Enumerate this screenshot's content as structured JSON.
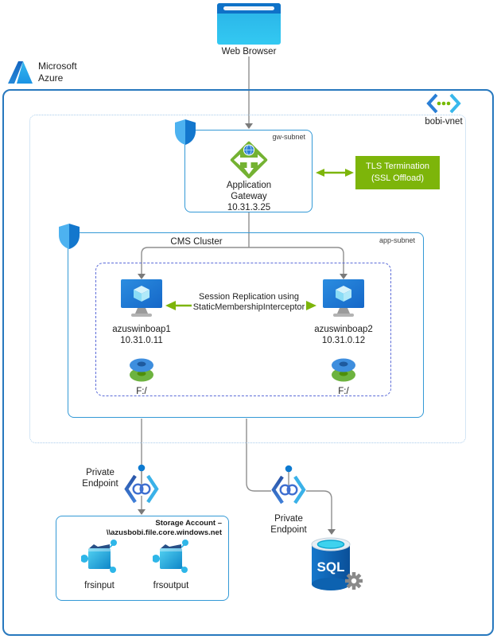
{
  "azure": {
    "line1": "Microsoft",
    "line2": "Azure"
  },
  "web_browser": {
    "label": "Web Browser"
  },
  "vnet": {
    "label": "bobi-vnet"
  },
  "gw_subnet": {
    "tag": "gw-subnet",
    "gateway_name": "Application Gateway",
    "gateway_ip": "10.31.3.25"
  },
  "tls": {
    "line1": "TLS Termination",
    "line2": "(SSL Offload)"
  },
  "app_subnet": {
    "tag": "app-subnet",
    "cluster_label": "CMS Cluster"
  },
  "session_replication": {
    "line1": "Session Replication using",
    "line2": "StaticMembershipInterceptor"
  },
  "vm1": {
    "name": "azuswinboap1",
    "ip": "10.31.0.11",
    "disk": "F:/"
  },
  "vm2": {
    "name": "azuswinboap2",
    "ip": "10.31.0.12",
    "disk": "F:/"
  },
  "private_endpoint_left": {
    "line1": "Private",
    "line2": "Endpoint"
  },
  "private_endpoint_right": {
    "line1": "Private",
    "line2": "Endpoint"
  },
  "storage": {
    "title_line1": "Storage Account –",
    "title_line2": "\\\\azusbobi.file.core.windows.net",
    "share1": "frsinput",
    "share2": "frsoutput"
  },
  "sql": {
    "label": "SQL"
  },
  "colors": {
    "azure_border": "#2778be",
    "subnet_border": "#3399d6",
    "vnet_dotted": "#a9cdeb",
    "cluster_dashed": "#5b6bd8",
    "green": "#7db50a",
    "connector_gray": "#8f8f8f",
    "vm_blue": "#1f7fd9",
    "endpoint_blue": "#0d7ad0",
    "sql_blue": "#0b55a2"
  }
}
